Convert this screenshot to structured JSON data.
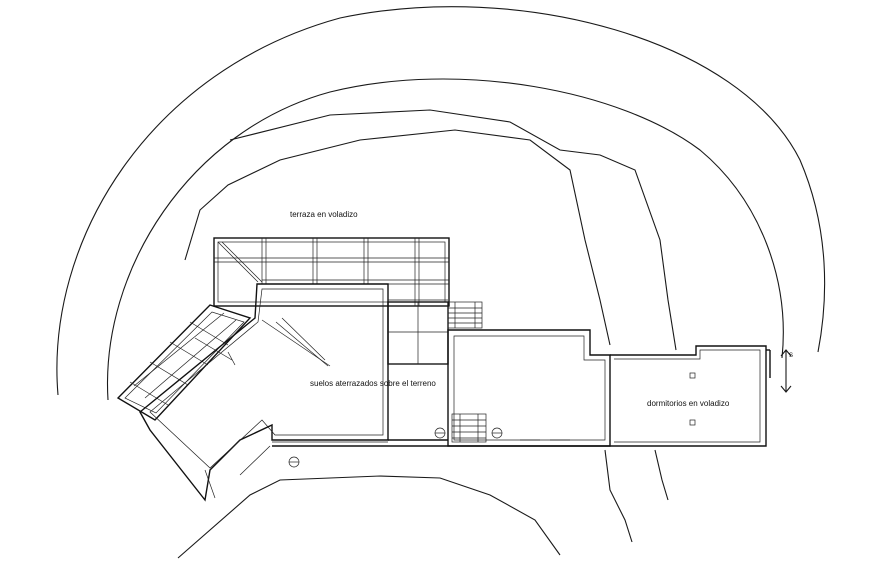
{
  "labels": {
    "terrace": "terraza en voladizo",
    "floors": "suelos aterrazados sobre el terreno",
    "bedrooms": "dormitorios en voladizo",
    "level_mark": "S"
  },
  "colors": {
    "line": "#111111",
    "background": "#ffffff"
  }
}
